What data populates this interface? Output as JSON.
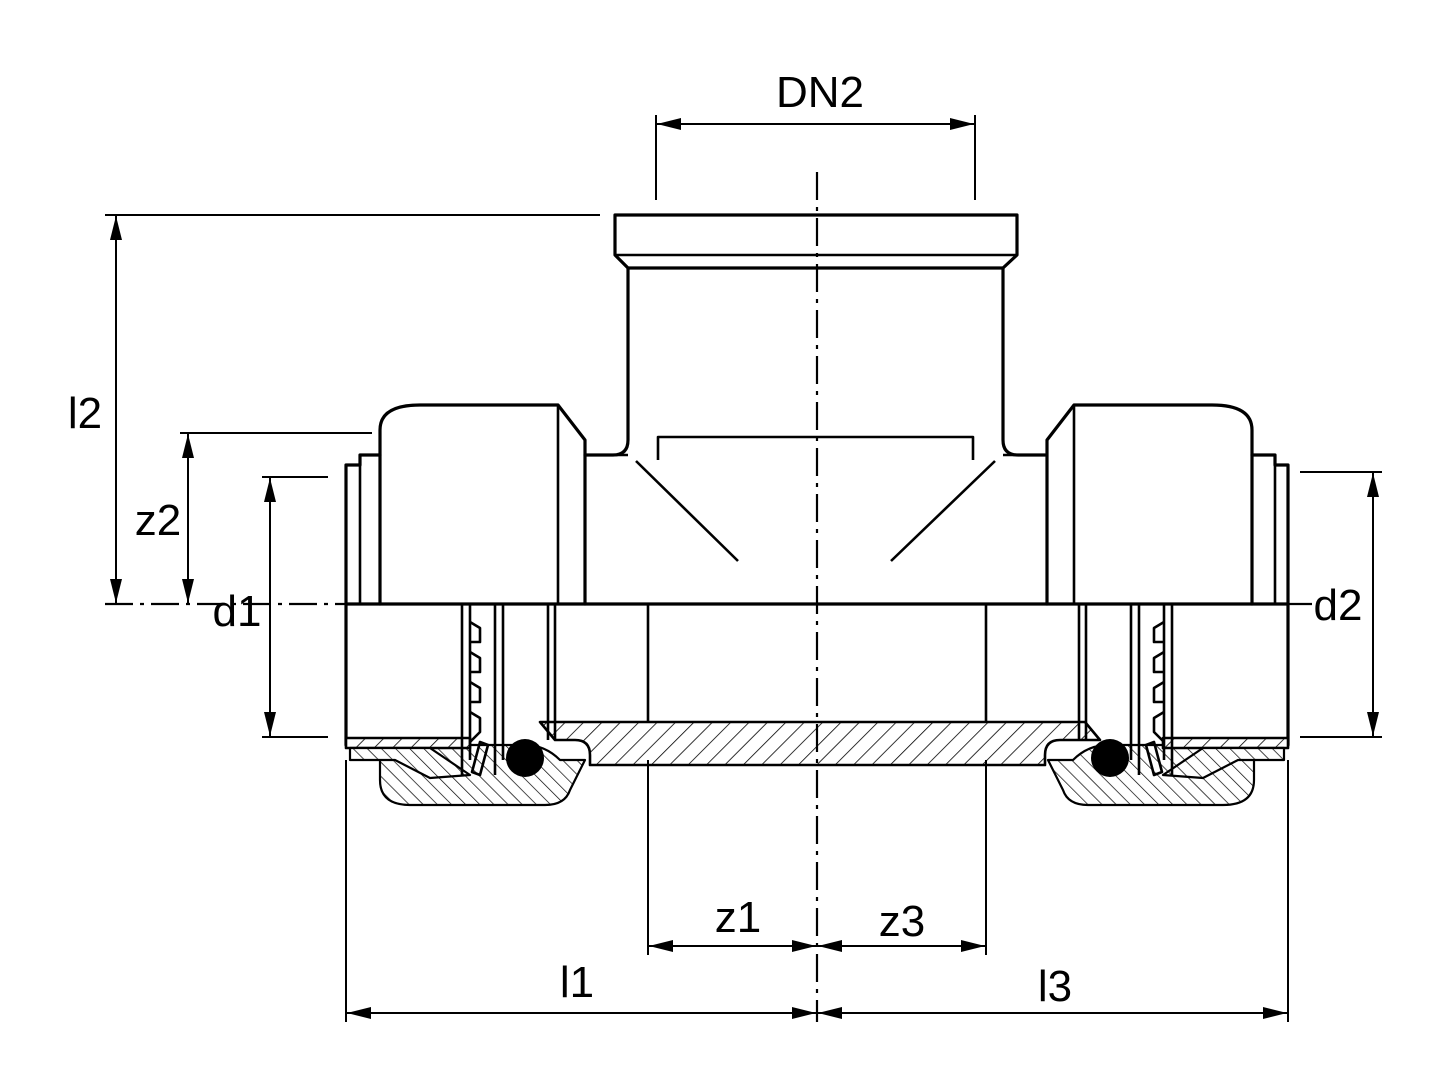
{
  "drawing": {
    "labels": {
      "dn2": "DN2",
      "l2": "l2",
      "z2": "z2",
      "d1": "d1",
      "d2": "d2",
      "z1": "z1",
      "z3": "z3",
      "l1": "l1",
      "l3": "l3"
    }
  }
}
